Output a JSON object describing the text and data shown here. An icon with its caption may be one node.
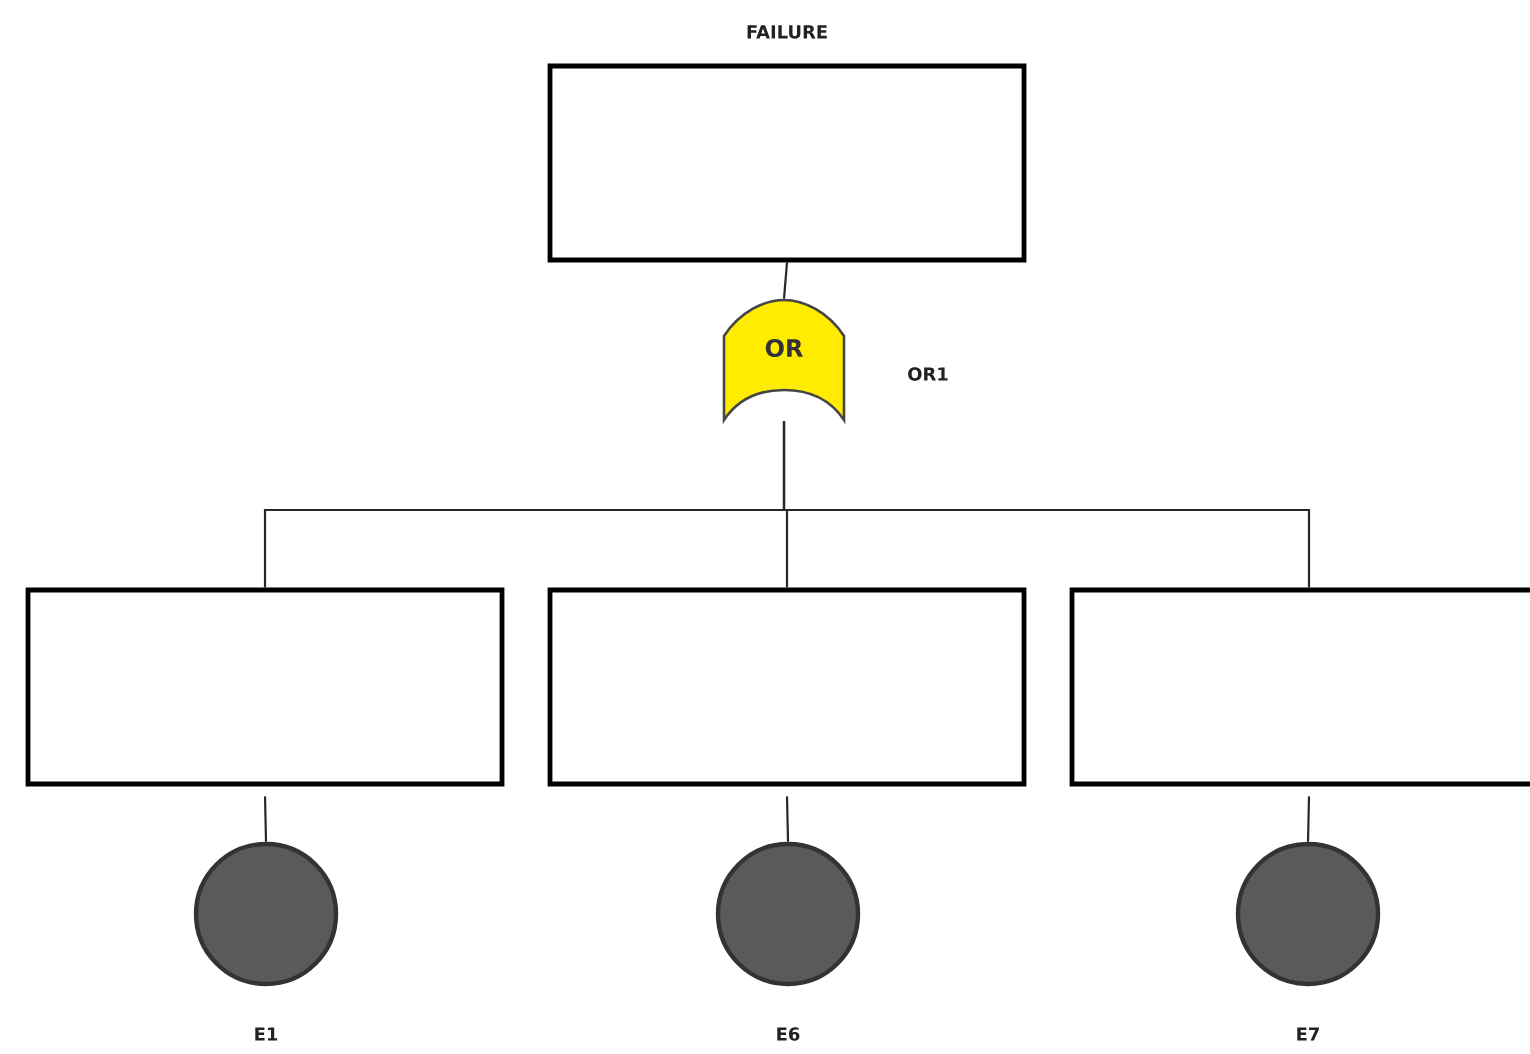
{
  "diagram": {
    "nodes": [
      {
        "text": [
          "FAILURE"
        ]
      },
      {
        "text": [
          "OR"
        ],
        "beside": [
          "OR1"
        ]
      },
      {
        "text": [],
        "shape": "box"
      },
      {
        "text": [],
        "shape": "box"
      },
      {
        "text": [],
        "shape": "box"
      },
      {
        "text": [
          "E1"
        ]
      },
      {
        "text": [
          "E6"
        ]
      },
      {
        "text": [
          "E7"
        ]
      }
    ],
    "edges": [
      {
        "from": 0,
        "to": 1,
        "arrow": "none"
      },
      {
        "from": 1,
        "to": 2,
        "arrow": "none"
      },
      {
        "from": 1,
        "to": 3,
        "arrow": "none"
      },
      {
        "from": 1,
        "to": 4,
        "arrow": "none"
      },
      {
        "from": 2,
        "to": 5,
        "arrow": "none"
      },
      {
        "from": 3,
        "to": 6,
        "arrow": "none"
      },
      {
        "from": 4,
        "to": 7,
        "arrow": "none"
      }
    ]
  }
}
